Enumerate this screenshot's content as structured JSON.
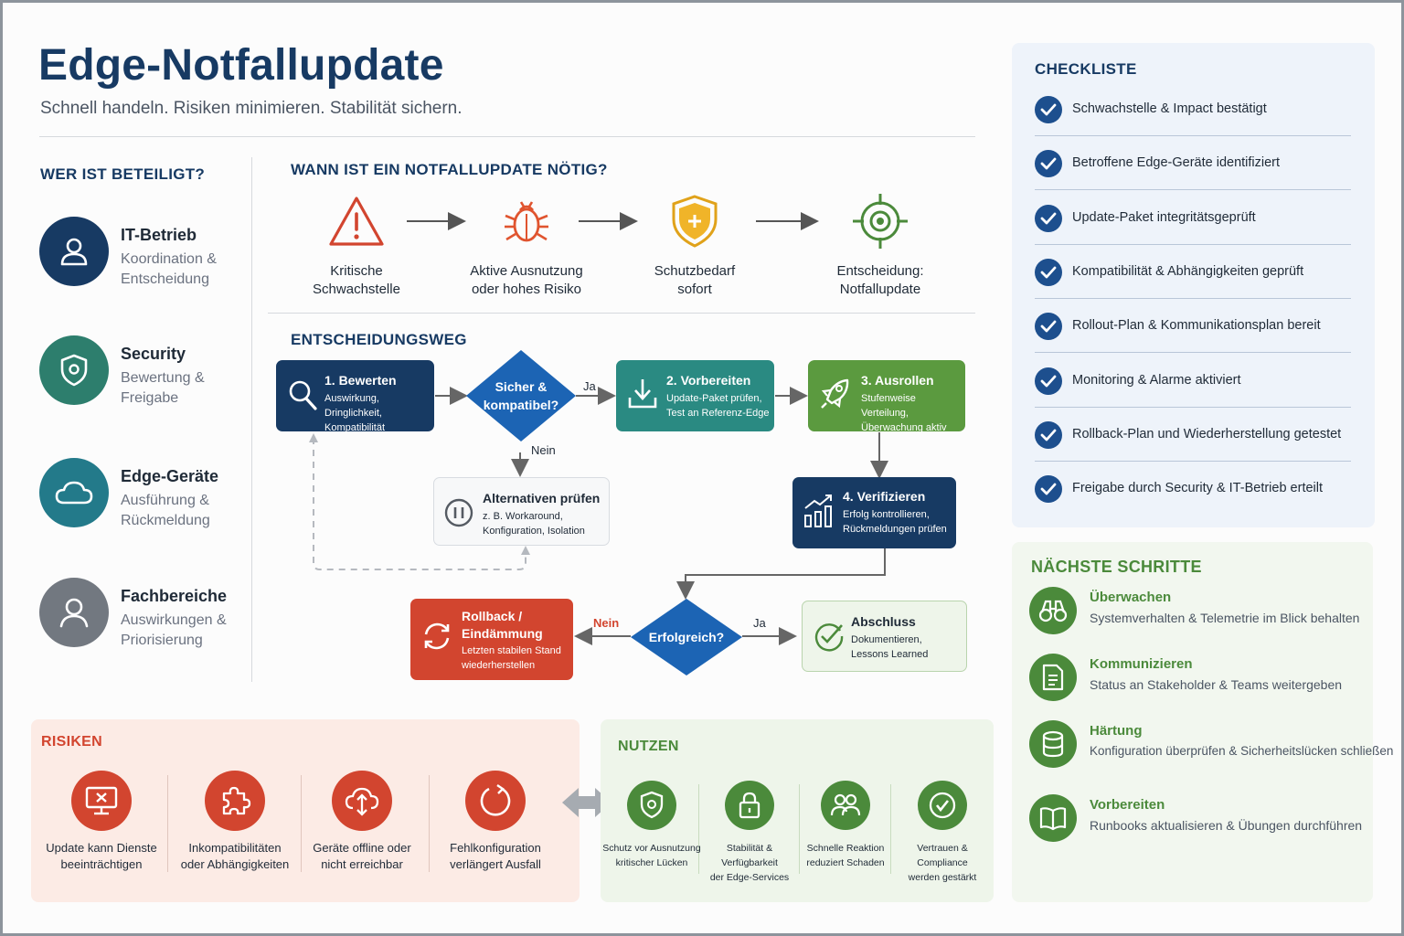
{
  "header": {
    "title": "Edge-Notfallupdate",
    "subtitle": "Schnell handeln. Risiken minimieren. Stabilität sichern."
  },
  "participants": {
    "heading": "WER IST BETEILIGT?",
    "items": [
      {
        "name": "IT-Betrieb",
        "desc": "Koordination & Entscheidung",
        "icon": "user-icon",
        "color": "#173a63"
      },
      {
        "name": "Security",
        "desc": "Bewertung & Freigabe",
        "icon": "shield-icon",
        "color": "#2d7e6d"
      },
      {
        "name": "Edge-Geräte",
        "desc": "Ausführung & Rückmeldung",
        "icon": "cloud-icon",
        "color": "#237a8a"
      },
      {
        "name": "Fachbereiche",
        "desc": "Auswirkungen & Priorisierung",
        "icon": "person-icon",
        "color": "#727880"
      }
    ]
  },
  "when": {
    "heading": "WANN IST EIN NOTFALLUPDATE NÖTIG?",
    "steps": [
      {
        "label": "Kritische\nSchwachstelle",
        "icon": "warning-icon"
      },
      {
        "label": "Aktive Ausnutzung\noder hohes Risiko",
        "icon": "bug-icon"
      },
      {
        "label": "Schutzbedarf\nsofort",
        "icon": "shield-plus-icon"
      },
      {
        "label": "Entscheidung:\nNotfallupdate",
        "icon": "target-icon"
      }
    ]
  },
  "decision": {
    "heading": "ENTSCHEIDUNGSWEG",
    "bewerten": {
      "title": "1. Bewerten",
      "sub": "Auswirkung, Dringlichkeit,\nKompatibilität"
    },
    "diamond1": "Sicher &\nkompatibel?",
    "ja1": "Ja",
    "nein1": "Nein",
    "vorbereiten": {
      "title": "2. Vorbereiten",
      "sub": "Update-Paket prüfen,\nTest an Referenz-Edge"
    },
    "ausrollen": {
      "title": "3. Ausrollen",
      "sub": "Stufenweise Verteilung,\nÜberwachung aktiv"
    },
    "alternativen": {
      "title": "Alternativen prüfen",
      "sub": "z. B. Workaround,\nKonfiguration, Isolation"
    },
    "verifizieren": {
      "title": "4. Verifizieren",
      "sub": "Erfolg kontrollieren,\nRückmeldungen prüfen"
    },
    "rollback": {
      "title": "Rollback /\nEindämmung",
      "sub": "Letzten stabilen Stand\nwiederherstellen"
    },
    "diamond2": "Erfolgreich?",
    "nein2": "Nein",
    "ja2": "Ja",
    "abschluss": {
      "title": "Abschluss",
      "sub": "Dokumentieren,\nLessons Learned"
    }
  },
  "checklist": {
    "heading": "CHECKLISTE",
    "items": [
      "Schwachstelle & Impact bestätigt",
      "Betroffene Edge-Geräte identifiziert",
      "Update-Paket integritätsgeprüft",
      "Kompatibilität & Abhängigkeiten geprüft",
      "Rollout-Plan & Kommunikationsplan bereit",
      "Monitoring & Alarme aktiviert",
      "Rollback-Plan und Wiederherstellung getestet",
      "Freigabe durch Security & IT-Betrieb erteilt"
    ]
  },
  "next_steps": {
    "heading": "NÄCHSTE SCHRITTE",
    "items": [
      {
        "title": "Überwachen",
        "desc": "Systemverhalten & Telemetrie im Blick behalten",
        "icon": "binoculars-icon"
      },
      {
        "title": "Kommunizieren",
        "desc": "Status an Stakeholder & Teams weitergeben",
        "icon": "document-icon"
      },
      {
        "title": "Härtung",
        "desc": "Konfiguration überprüfen & Sicherheitslücken schließen",
        "icon": "database-icon"
      },
      {
        "title": "Vorbereiten",
        "desc": "Runbooks aktualisieren & Übungen durchführen",
        "icon": "book-icon"
      }
    ]
  },
  "risks": {
    "heading": "RISIKEN",
    "items": [
      {
        "label": "Update kann Dienste\nbeeinträchtigen",
        "icon": "monitor-x-icon"
      },
      {
        "label": "Inkompatibilitäten\noder Abhängigkeiten",
        "icon": "puzzle-icon"
      },
      {
        "label": "Geräte offline oder\nnicht erreichbar",
        "icon": "cloud-arrows-icon"
      },
      {
        "label": "Fehlkonfiguration\nverlängert Ausfall",
        "icon": "circle-arrow-icon"
      }
    ]
  },
  "benefits": {
    "heading": "NUTZEN",
    "items": [
      {
        "label": "Schutz vor Ausnutzung\nkritischer Lücken",
        "icon": "shield-icon"
      },
      {
        "label": "Stabilität & Verfügbarkeit\nder Edge-Services",
        "icon": "lock-icon"
      },
      {
        "label": "Schnelle Reaktion\nreduziert Schaden",
        "icon": "team-icon"
      },
      {
        "label": "Vertrauen & Compliance\nwerden gestärkt",
        "icon": "check-circle-icon"
      }
    ]
  },
  "colors": {
    "navy": "#173a63",
    "teal": "#2a8a82",
    "green": "#5b9a3f",
    "blue_diamond": "#1c64b4",
    "red": "#d2452f"
  }
}
